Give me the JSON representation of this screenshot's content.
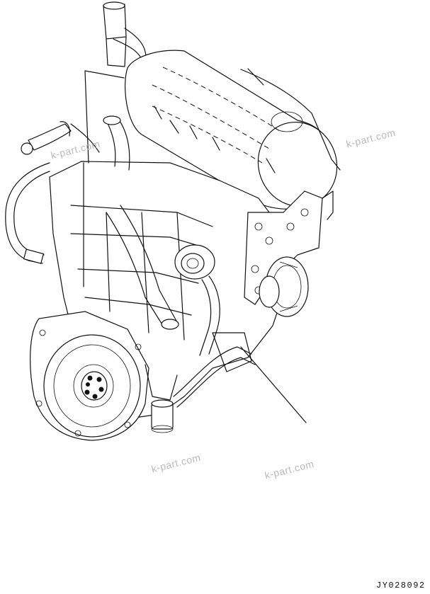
{
  "watermarks": [
    "k-part.com",
    "k-part.com",
    "k-part.com",
    "k-part.com"
  ],
  "drawing_code": "JY028092",
  "icons": {
    "engine": "engine-assembly-illustration",
    "leader": "callout-leader-line"
  }
}
